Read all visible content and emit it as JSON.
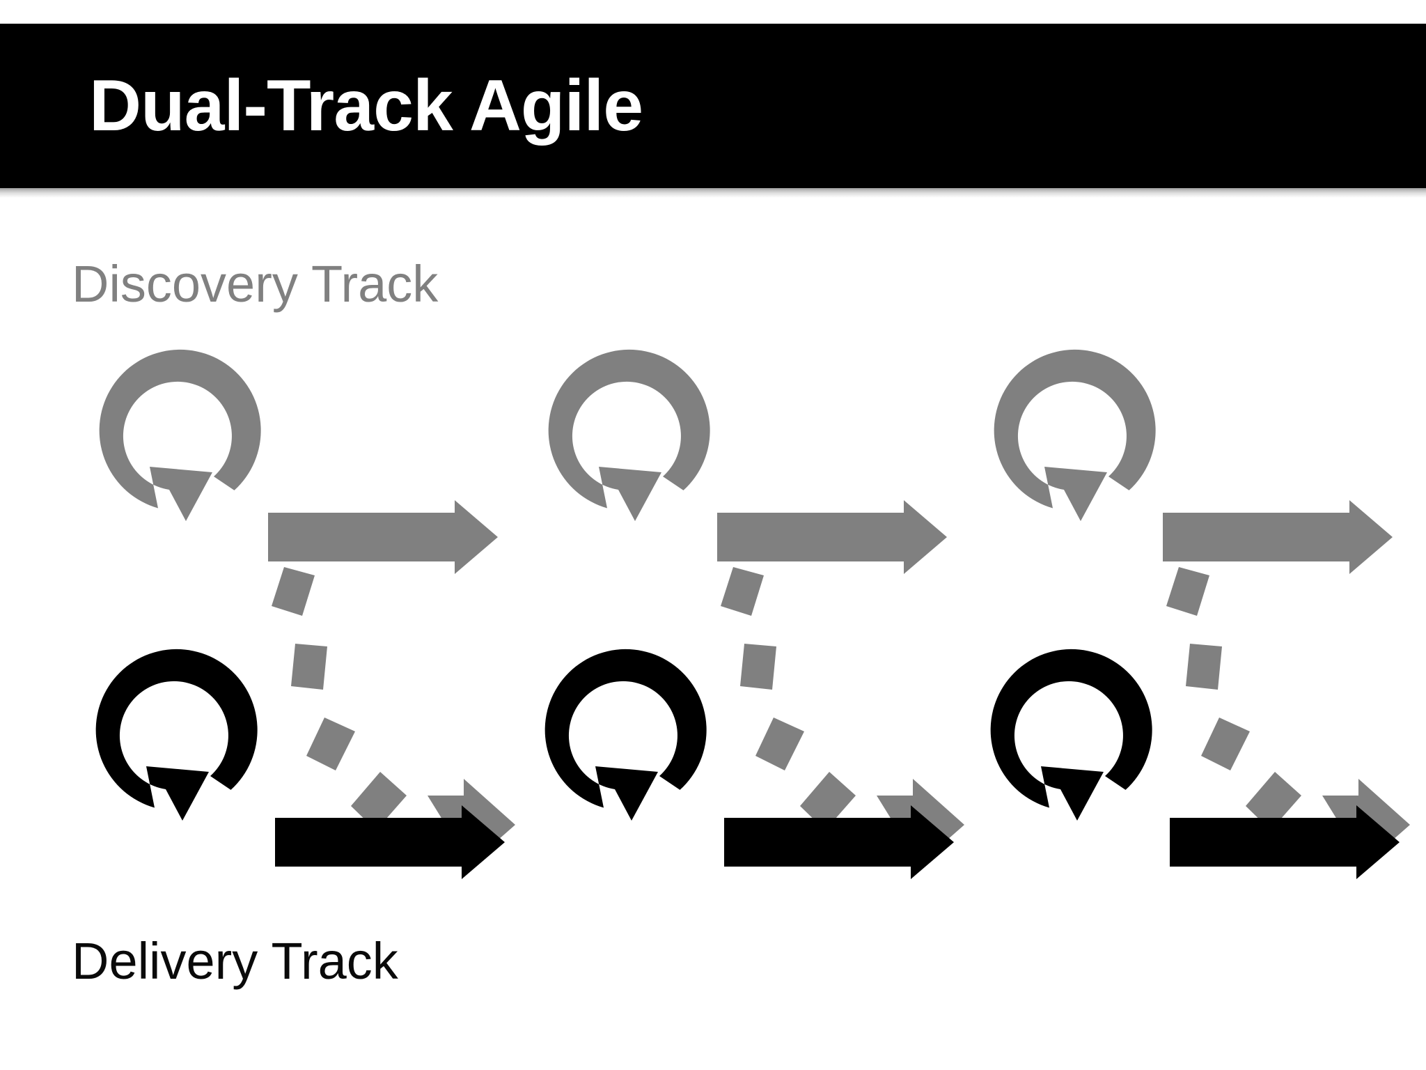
{
  "slide": {
    "title": "Dual-Track Agile",
    "background_color": "#ffffff",
    "title_band_color": "#000000",
    "title_text_color": "#ffffff"
  },
  "tracks": [
    {
      "id": "discovery",
      "label": "Discovery Track",
      "color": "#808080",
      "position": "top",
      "iterations": 3
    },
    {
      "id": "delivery",
      "label": "Delivery Track",
      "color": "#000000",
      "position": "bottom",
      "iterations": 3
    }
  ],
  "diagram": {
    "cycle_icon_name": "circular-arrow-loop-icon",
    "forward_arrow_name": "forward-arrow-icon",
    "handoff_arrow_name": "dashed-handoff-arrow-icon",
    "handoff_arrow_color": "#808080",
    "handoff_count": 3,
    "handoff_description": "dashed curved arrow from discovery iteration to delivery iteration",
    "columns": [
      {
        "index": 1,
        "discovery_cycle": "circular-arrow-loop-icon",
        "discovery_arrow": "forward-arrow-icon",
        "handoff": "dashed-handoff-arrow-icon",
        "delivery_cycle": "circular-arrow-loop-icon",
        "delivery_arrow": "forward-arrow-icon"
      },
      {
        "index": 2,
        "discovery_cycle": "circular-arrow-loop-icon",
        "discovery_arrow": "forward-arrow-icon",
        "handoff": "dashed-handoff-arrow-icon",
        "delivery_cycle": "circular-arrow-loop-icon",
        "delivery_arrow": "forward-arrow-icon"
      },
      {
        "index": 3,
        "discovery_cycle": "circular-arrow-loop-icon",
        "discovery_arrow": "forward-arrow-icon",
        "handoff": "dashed-handoff-arrow-icon",
        "delivery_cycle": "circular-arrow-loop-icon",
        "delivery_arrow": "forward-arrow-icon"
      }
    ]
  }
}
